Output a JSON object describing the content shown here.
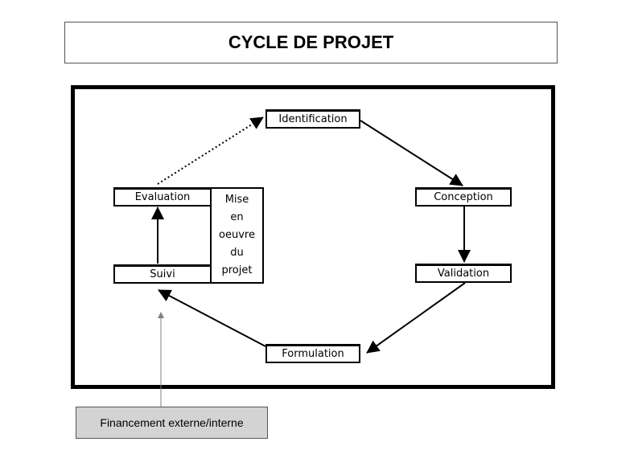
{
  "title": "CYCLE DE PROJET",
  "nodes": {
    "identification": "Identification",
    "conception": "Conception",
    "validation": "Validation",
    "formulation": "Formulation",
    "suivi": "Suivi",
    "evaluation": "Evaluation"
  },
  "implementation_label": "Mise\nen\noeuvre\ndu\nprojet",
  "funding_label": "Financement externe/interne",
  "colors": {
    "line": "#000000",
    "funding_fill": "#d3d3d3",
    "funding_arrow": "#808080"
  }
}
